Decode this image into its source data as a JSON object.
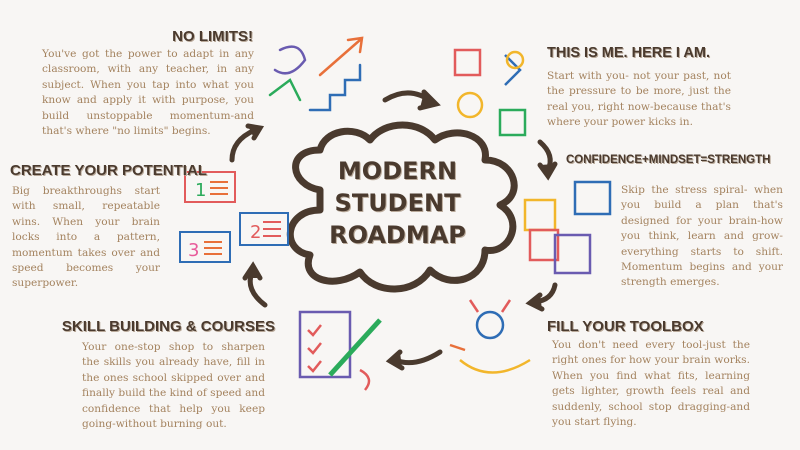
{
  "center": {
    "lines": [
      "MODERN",
      "STUDENT",
      "ROADMAP"
    ]
  },
  "sections": [
    {
      "title": "NO LIMITS!",
      "body": "You've got the power to adapt in any classroom, with any teacher, in any subject. When you tap into what you know and apply it with purpose, you build unstoppable momentum-and that's where \"no limits\" begins.",
      "icon": "stairs-arrow-icon"
    },
    {
      "title": "THIS IS ME. HERE I AM.",
      "body": "Start with you- not your past, not the pressure to be more, just the real you, right now-because that's where your power kicks in.",
      "icon": "lightbulb-people-icon"
    },
    {
      "title": "CONFIDENCE+MINDSET=STRENGTH",
      "body": "Skip the stress spiral- when you build a plan that's designed for your brain-how you think, learn and grow-everything starts to shift. Momentum begins and your strength emerges.",
      "icon": "puzzle-icon"
    },
    {
      "title": "FILL YOUR TOOLBOX",
      "body": "You don't need every tool-just the right ones for how your brain works. When you find what fits, learning gets lighter, growth feels real and suddenly, school stop dragging-and you start flying.",
      "icon": "lightbulb-hand-icon"
    },
    {
      "title": "SKILL BUILDING & COURSES",
      "body": "Your one-stop shop to sharpen the skills you already have, fill in the ones school skipped over and finally build the kind of speed and confidence that help you keep going-without burning out.",
      "icon": "checklist-pencil-icon"
    },
    {
      "title": "CREATE YOUR POTENTIAL",
      "body": "Big breakthroughs start with small, repeatable wins. When your brain locks into a pattern, momentum takes over and speed becomes your superpower.",
      "icon": "numbered-list-icon"
    }
  ],
  "list_numbers": [
    "1",
    "2",
    "3"
  ],
  "colors": {
    "title": "#4a3a2e",
    "body": "#a4835f",
    "background": "#f8f6f4",
    "arrow": "#4a3a2e"
  }
}
